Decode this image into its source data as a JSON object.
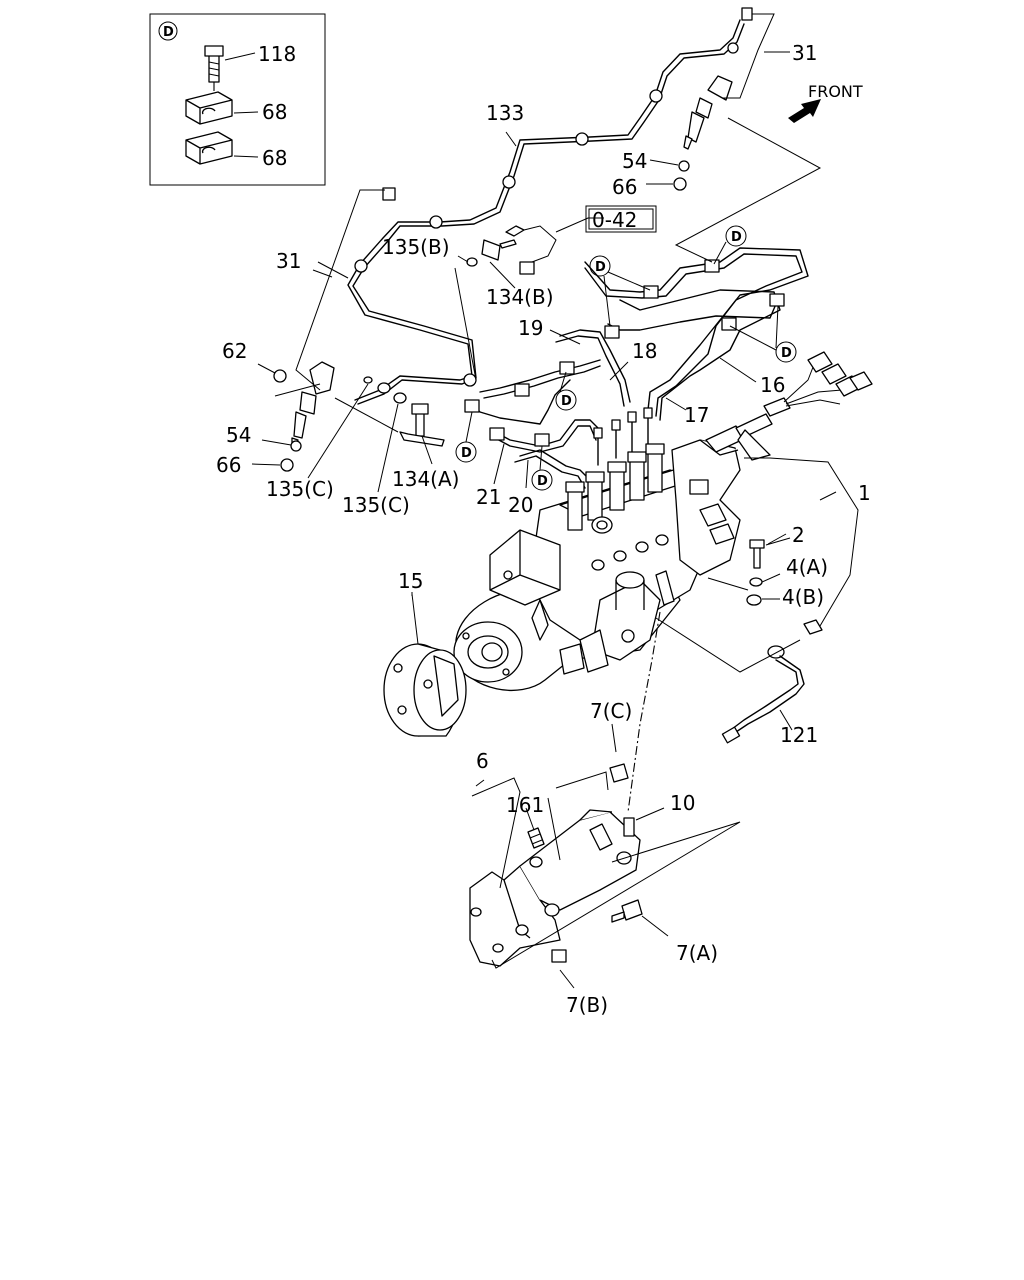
{
  "diagram": {
    "front_label": "FRONT",
    "detail_marker": "D",
    "ref_box": "0-42",
    "labels": {
      "l118": "118",
      "l68a": "68",
      "l68b": "68",
      "l31_top": "31",
      "l133": "133",
      "l54_top": "54",
      "l66_top": "66",
      "l135b": "135(B)",
      "l134b": "134(B)",
      "l31_left": "31",
      "l19": "19",
      "l18": "18",
      "l16": "16",
      "l17": "17",
      "l62": "62",
      "l54_left": "54",
      "l66_left": "66",
      "l135c_a": "135(C)",
      "l135c_b": "135(C)",
      "l134a": "134(A)",
      "l21": "21",
      "l20": "20",
      "l1": "1",
      "l2": "2",
      "l4a": "4(A)",
      "l4b": "4(B)",
      "l15": "15",
      "l121": "121",
      "l7c": "7(C)",
      "l6": "6",
      "l161": "161",
      "l10": "10",
      "l7a": "7(A)",
      "l7b": "7(B)"
    }
  }
}
